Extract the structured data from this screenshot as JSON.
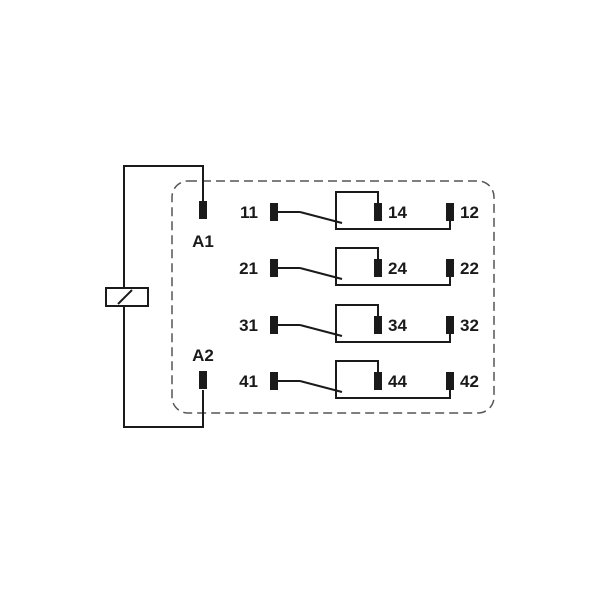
{
  "coil": {
    "terminal_top": "A1",
    "terminal_bottom": "A2"
  },
  "contacts": [
    {
      "common": "11",
      "no": "14",
      "nc": "12"
    },
    {
      "common": "21",
      "no": "24",
      "nc": "22"
    },
    {
      "common": "31",
      "no": "34",
      "nc": "32"
    },
    {
      "common": "41",
      "no": "44",
      "nc": "42"
    }
  ],
  "colors": {
    "line": "#1a1a1a",
    "housing": "#555555",
    "background": "#ffffff"
  }
}
